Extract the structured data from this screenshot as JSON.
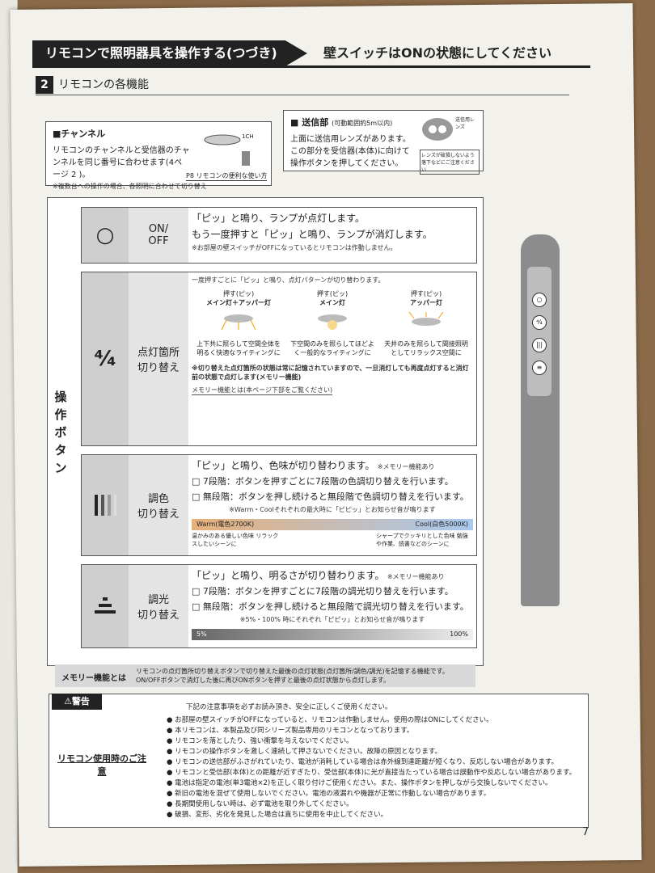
{
  "header": {
    "left": "リモコンで照明器具を操作する(つづき)",
    "right": "壁スイッチはONの状態にしてください"
  },
  "section": {
    "num": "2",
    "title": "リモコンの各機能"
  },
  "channel": {
    "title": "■チャンネル",
    "text": "リモコンのチャンネルと受信器のチャンネルを同じ番号に合わせます(4ページ 2 )。",
    "note": "※複数台への操作の場合、各照明に合わせて切り替え",
    "ref": "P8 リモコンの便利な使い方",
    "label": "1CH"
  },
  "transmitter": {
    "title": "■ 送信部",
    "range": "(可動範囲約5m以内)",
    "text": "上面に送信用レンズがあります。この部分を受信器(本体)に向けて操作ボタンを押してください。",
    "lens": "送信用レンズ",
    "note": "レンズが破損しないよう落下などにご注意ください"
  },
  "side_label": "操作ボタン",
  "buttons": {
    "onoff": {
      "icon": "○",
      "name": "ON/\nOFF",
      "line1": "「ピッ」と鳴り、ランプが点灯します。",
      "line2": "もう一度押すと「ピッ」と鳴り、ランプが消灯します。",
      "note": "※お部屋の壁スイッチがOFFになっているとリモコンは作動しません。"
    },
    "switch": {
      "icon": "⁴⁄₄",
      "name": "点灯箇所\n切り替え",
      "line1": "一度押すごとに「ピッ」と鳴り、点灯パターンが切り替わります。",
      "push": "押す",
      "beep": "ピッ",
      "p1": "メイン灯＋アッパー灯",
      "p2": "メイン灯",
      "p3": "アッパー灯",
      "d1": "上下共に照らして空間全体を明るく快適なライティングに",
      "d2": "下空間のみを照らしてほどよく一般的なライティングに",
      "d3": "天井のみを照らして間接照明としてリラックス空間に",
      "note": "※切り替えた点灯箇所の状態は常に記憶されていますので、一旦消灯しても再度点灯すると消灯前の状態で点灯します(メモリー機能)",
      "memo": "メモリー機能とは(本ページ下部をご覧ください)"
    },
    "color": {
      "name": "調色\n切り替え",
      "line1": "「ピッ」と鳴り、色味が切り替わります。",
      "memo_tag": "※メモリー機能あり",
      "opt1": "□ 7段階：ボタンを押すごとに7段階の色調切り替えを行います。",
      "opt2": "□ 無段階：ボタンを押し続けると無段階で色調切り替えを行います。",
      "bar_note": "※Warm・Coolそれぞれの最大時に「ピピッ」とお知らせ音が鳴ります",
      "warm": "Warm(電色2700K)",
      "cool": "Cool(白色5000K)",
      "warm_desc": "温かみのある優しい色味 リラックスしたいシーンに",
      "cool_desc": "シャープでクッキリとした色味 勉強や作業、読書などのシーンに"
    },
    "dim": {
      "name": "調光\n切り替え",
      "line1": "「ピッ」と鳴り、明るさが切り替わります。",
      "memo_tag": "※メモリー機能あり",
      "opt1": "□ 7段階：ボタンを押すごとに7段階の調光切り替えを行います。",
      "opt2": "□ 無段階：ボタンを押し続けると無段階で調光切り替えを行います。",
      "bar_note": "※5%・100% 時にそれぞれ「ピピッ」とお知らせ音が鳴ります",
      "low": "5%",
      "high": "100%"
    }
  },
  "memory": {
    "label": "メモリー機能とは",
    "text": "リモコンの点灯箇所切り替えボタンで切り替えた最後の点灯状態(点灯箇所/調色/調光)を記憶する機能です。ON/OFFボタンで消灯した後に再びONボタンを押すと最後の点灯状態から点灯します。"
  },
  "warning": {
    "tag": "⚠警告",
    "left": "リモコン使用時のご注意",
    "lead": "下記の注意事項を必ずお読み頂き、安全に正しくご使用ください。",
    "items": [
      "お部屋の壁スイッチがOFFになっていると、リモコンは作動しません。使用の際はONにしてください。",
      "本リモコンは、本製品及び同シリーズ製品専用のリモコンとなっております。",
      "リモコンを落としたり、強い衝撃を与えないでください。",
      "リモコンの操作ボタンを激しく連続して押さないでください。故障の原因となります。",
      "リモコンの送信部がふさがれていたり、電池が消耗している場合は赤外線到達距離が短くなり、反応しない場合があります。",
      "リモコンと受信部(本体)との距離が近すぎたり、受信部(本体)に光が直接当たっている場合は誤動作や反応しない場合があります。",
      "電池は指定の電池(単3電池×2)を正しく取り付けご使用ください。また、操作ボタンを押しながら交換しないでください。",
      "新旧の電池を混ぜて使用しないでください。電池の液漏れや機器が正常に作動しない場合があります。",
      "長期間使用しない時は、必ず電池を取り外してください。",
      "破損、変形、劣化を発見した場合は直ちに使用を中止してください。"
    ]
  },
  "page_number": "7"
}
